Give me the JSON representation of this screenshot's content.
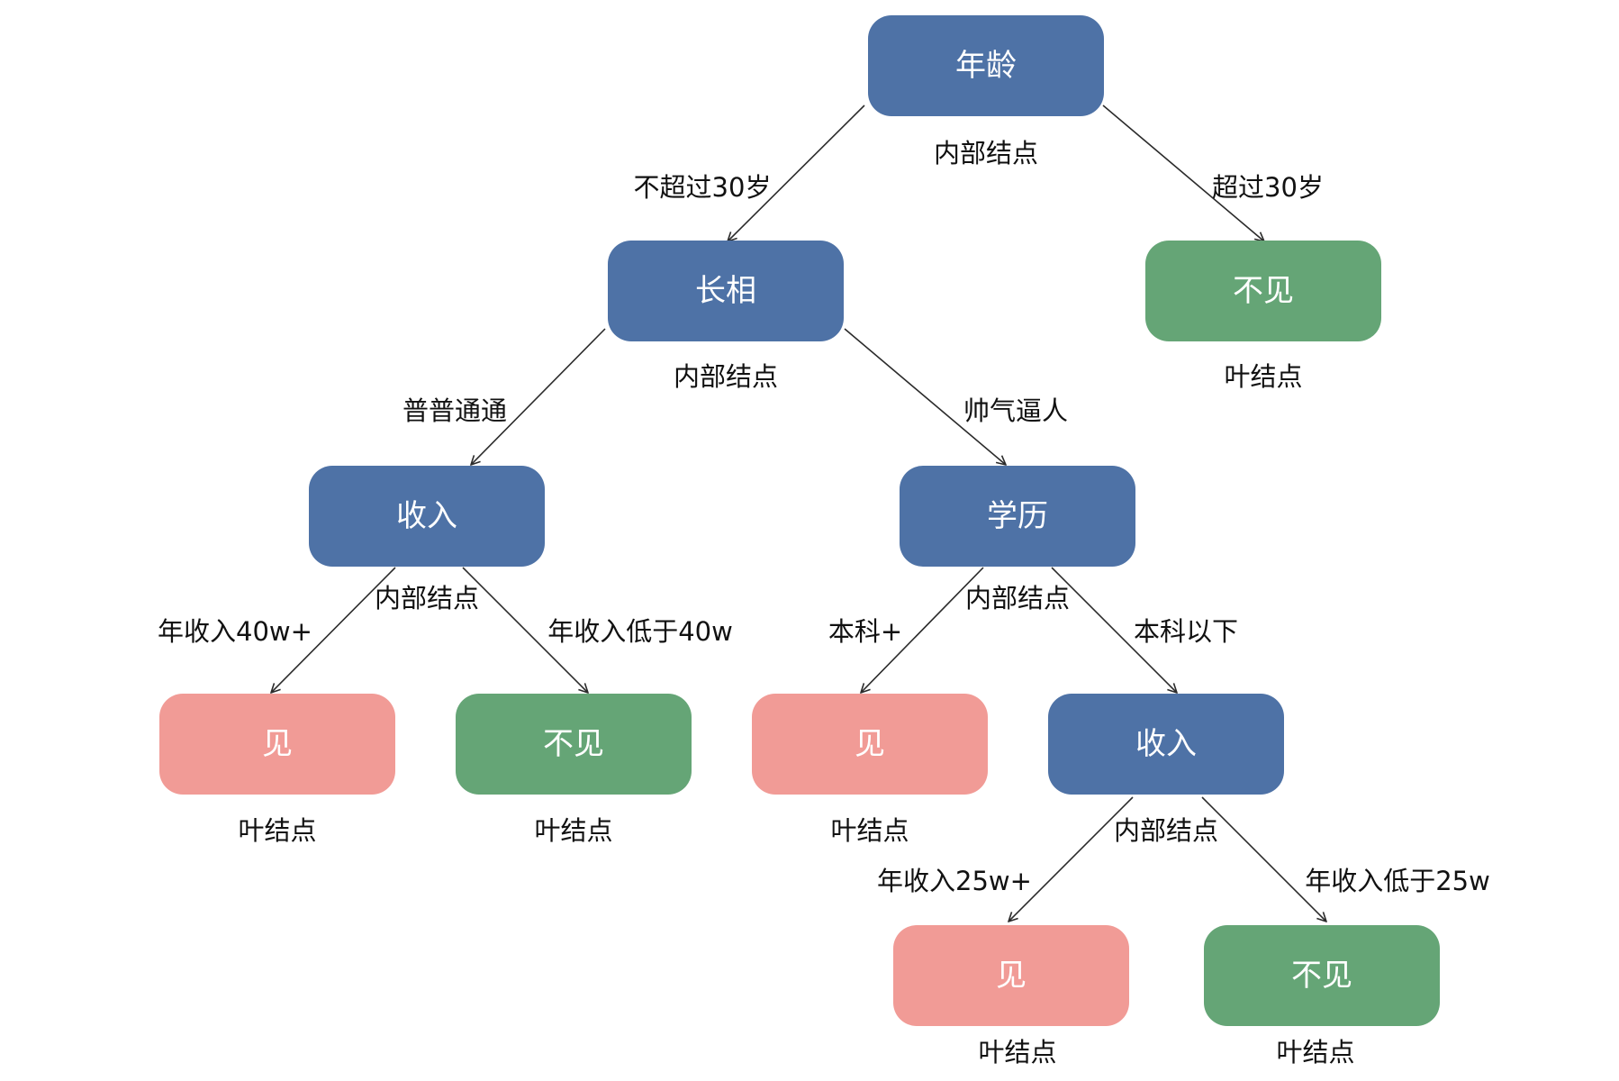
{
  "colors": {
    "internal": "#4e72a6",
    "see": "#f19b96",
    "not_see": "#65a576",
    "text_on_node": "#ffffff",
    "line": "#2b2b2b"
  },
  "nodes": {
    "age": {
      "label": "年龄",
      "caption": "内部结点"
    },
    "looks": {
      "label": "长相",
      "caption": "内部结点"
    },
    "over30_result": {
      "label": "不见",
      "caption": "叶结点"
    },
    "income1": {
      "label": "收入",
      "caption": "内部结点"
    },
    "education": {
      "label": "学历",
      "caption": "内部结点"
    },
    "high_income_result": {
      "label": "见",
      "caption": "叶结点"
    },
    "low_income_result": {
      "label": "不见",
      "caption": "叶结点"
    },
    "bachelor_result": {
      "label": "见",
      "caption": "叶结点"
    },
    "income2": {
      "label": "收入",
      "caption": "内部结点"
    },
    "income25_result": {
      "label": "见",
      "caption": "叶结点"
    },
    "below25_result": {
      "label": "不见",
      "caption": "叶结点"
    }
  },
  "edges": {
    "age_le30": "不超过30岁",
    "age_gt30": "超过30岁",
    "looks_ordinary": "普普通通",
    "looks_handsome": "帅气逼人",
    "income1_high": "年收入40w+",
    "income1_low": "年收入低于40w",
    "edu_bachelor": "本科+",
    "edu_below": "本科以下",
    "income2_high": "年收入25w+",
    "income2_low": "年收入低于25w"
  }
}
